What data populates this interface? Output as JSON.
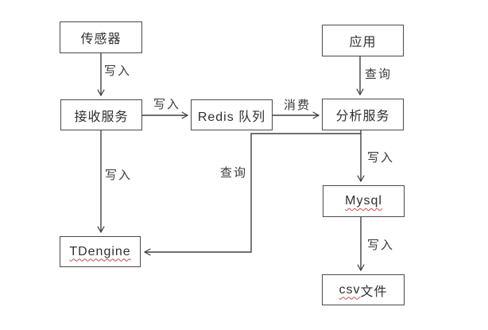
{
  "diagram": {
    "type": "flowchart",
    "background": "#ffffff",
    "colors": {
      "line": "#404040",
      "box_border": "#4a4a4a",
      "text": "#2f2f2f",
      "spellcheck_squiggle": "#c0504d"
    },
    "nodes": {
      "sensor": {
        "label": "传感器"
      },
      "app": {
        "label": "应用"
      },
      "receive": {
        "label": "接收服务"
      },
      "redis": {
        "label": "Redis 队列"
      },
      "analysis": {
        "label": "分析服务"
      },
      "tdengine": {
        "label": "TDengine"
      },
      "mysql": {
        "label": "Mysql"
      },
      "csv": {
        "label": "csv 文件",
        "label_code": "csv",
        "label_suffix": " 文件"
      }
    },
    "edge_labels": {
      "sensor_to_receive": "写入",
      "receive_to_redis": "写入",
      "redis_to_analysis": "消费",
      "app_to_analysis": "查询",
      "receive_to_tdengine": "写入",
      "analysis_to_tdengine": "查询",
      "analysis_to_mysql": "写入",
      "mysql_to_csv": "写入"
    }
  }
}
